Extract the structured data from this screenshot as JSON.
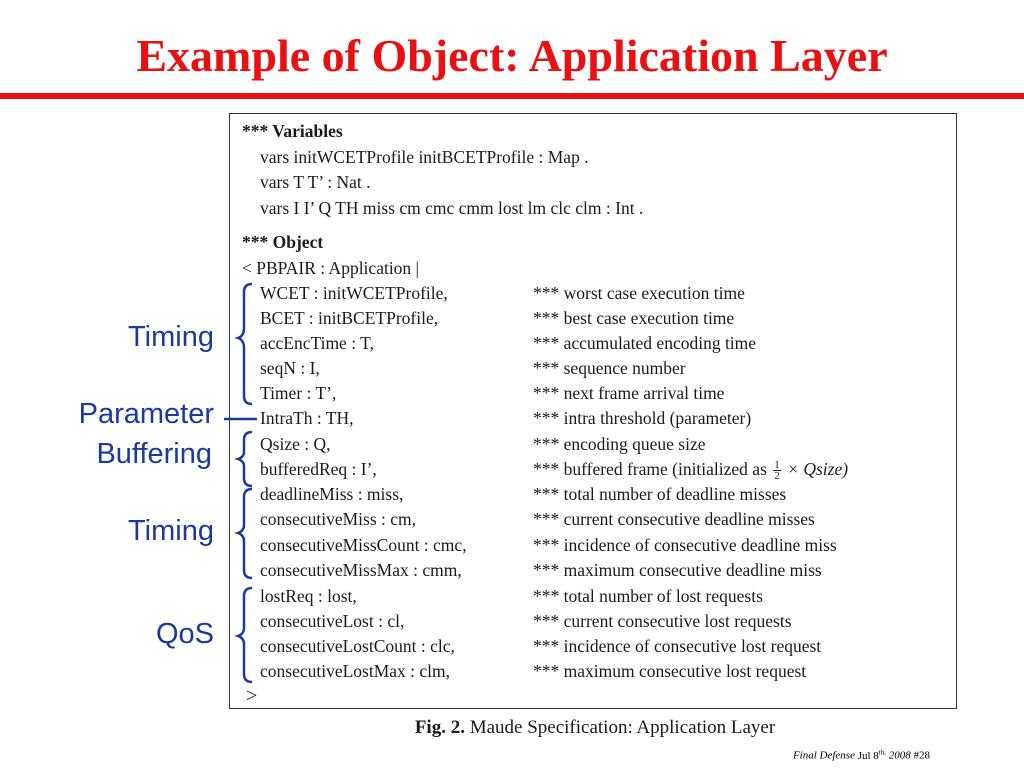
{
  "slide": {
    "title": "Example of Object: Application Layer",
    "colors": {
      "title": "#e81010",
      "labels": "#1a3aa0"
    }
  },
  "spec": {
    "variables_heading": "*** Variables",
    "var_lines": [
      "vars initWCETProfile initBCETProfile : Map .",
      "vars T T’ : Nat .",
      "vars I I’ Q TH miss cm cmc cmm lost lm clc clm : Int ."
    ],
    "object_heading": "*** Object",
    "object_open": "< PBPAIR : Application |",
    "attributes": [
      {
        "code": "WCET : initWCETProfile,",
        "comment": "*** worst case execution time"
      },
      {
        "code": "BCET : initBCETProfile,",
        "comment": "*** best case execution time"
      },
      {
        "code": "accEncTime : T,",
        "comment": "*** accumulated encoding time"
      },
      {
        "code": "seqN : I,",
        "comment": "*** sequence number"
      },
      {
        "code": "Timer : T’,",
        "comment": "*** next frame arrival time"
      },
      {
        "code": "IntraTh : TH,",
        "comment": "*** intra threshold (parameter)"
      },
      {
        "code": "Qsize : Q,",
        "comment": "*** encoding queue size"
      },
      {
        "code": "bufferedReq : I’,",
        "comment": "*** buffered frame (initialized as",
        "comment_frac_num": "1",
        "comment_frac_den": "2",
        "comment_math": "× Qsize)"
      },
      {
        "code": "deadlineMiss : miss,",
        "comment": "*** total number of deadline misses"
      },
      {
        "code": "consecutiveMiss : cm,",
        "comment": "*** current consecutive deadline misses"
      },
      {
        "code": "consecutiveMissCount : cmc,",
        "comment": "*** incidence of consecutive deadline miss"
      },
      {
        "code": "consecutiveMissMax : cmm,",
        "comment": "*** maximum consecutive deadline miss"
      },
      {
        "code": "lostReq : lost,",
        "comment": "*** total number of lost requests"
      },
      {
        "code": "consecutiveLost : cl,",
        "comment": "*** current consecutive lost requests"
      },
      {
        "code": "consecutiveLostCount : clc,",
        "comment": "*** incidence of consecutive lost request"
      },
      {
        "code": "consecutiveLostMax : clm,",
        "comment": "*** maximum consecutive lost request"
      }
    ],
    "object_close": ">"
  },
  "caption": {
    "fig": "Fig. 2.",
    "text": "Maude Specification: Application Layer"
  },
  "side_labels": {
    "timing_1": "Timing",
    "parameter": "Parameter",
    "buffering": "Buffering",
    "timing_2": "Timing",
    "qos": "QoS"
  },
  "footer": {
    "event": "Final Defense",
    "date_prefix": "Jul 8",
    "date_sup": "th,",
    "year": "2008",
    "slide_number": "#28"
  }
}
